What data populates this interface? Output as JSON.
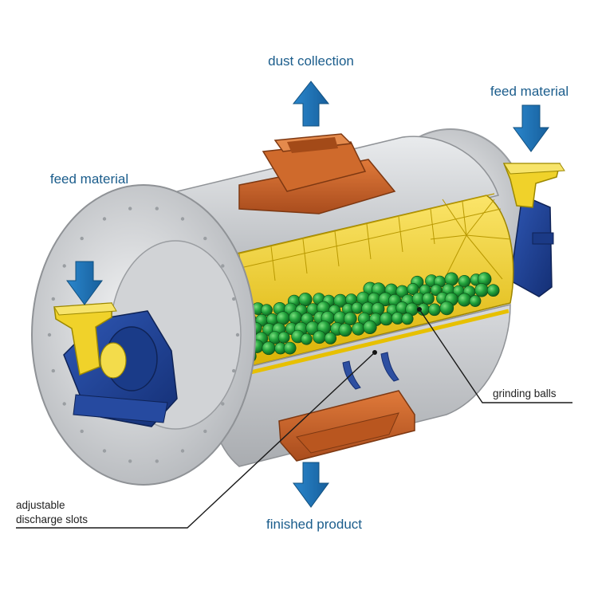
{
  "labels": {
    "dust_collection": "dust collection",
    "feed_material_left": "feed material",
    "feed_material_right": "feed material",
    "finished_product": "finished product",
    "grinding_balls": "grinding balls",
    "adjustable_discharge_slots_line1": "adjustable",
    "adjustable_discharge_slots_line2": "discharge slots"
  },
  "colors": {
    "label_text": "#1b5d8c",
    "flow_arrow": "#1f74b8",
    "shell": "#c9cccf",
    "liner": "#e8c300",
    "grinding_balls": "#1e9a3a",
    "bearing_housing": "#1d3e8f",
    "chute_hopper": "#c7612a",
    "feed_hopper": "#f0d22a"
  },
  "icons": {
    "arrow_up": "arrow-up-icon",
    "arrow_down": "arrow-down-icon"
  }
}
